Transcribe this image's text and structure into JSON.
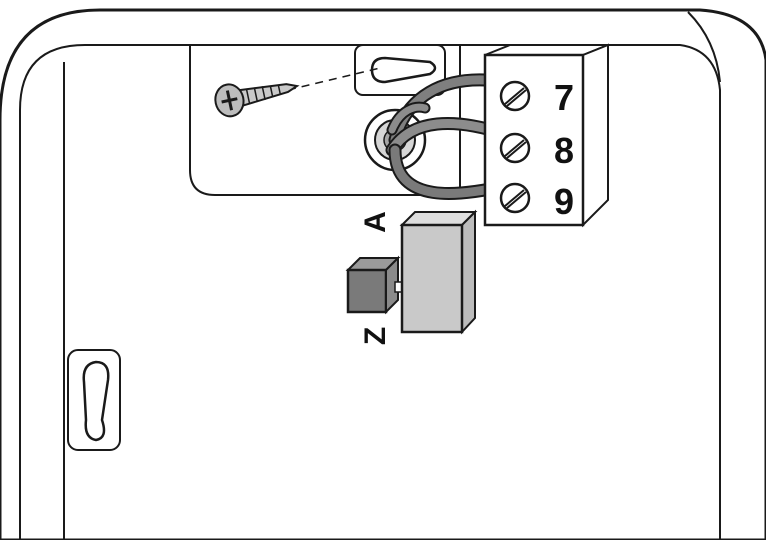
{
  "terminal_block": {
    "terminals": [
      "7",
      "8",
      "9"
    ]
  },
  "switch": {
    "label_top": "A",
    "label_bottom": "Z"
  }
}
